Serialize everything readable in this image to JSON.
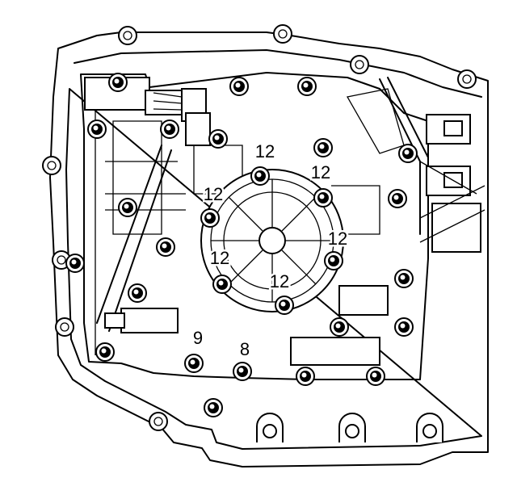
{
  "diagram": {
    "callouts": [
      {
        "label": "12"
      },
      {
        "label": "12"
      },
      {
        "label": "12"
      },
      {
        "label": "12"
      },
      {
        "label": "12"
      },
      {
        "label": "12"
      },
      {
        "label": "9"
      },
      {
        "label": "8"
      }
    ]
  }
}
